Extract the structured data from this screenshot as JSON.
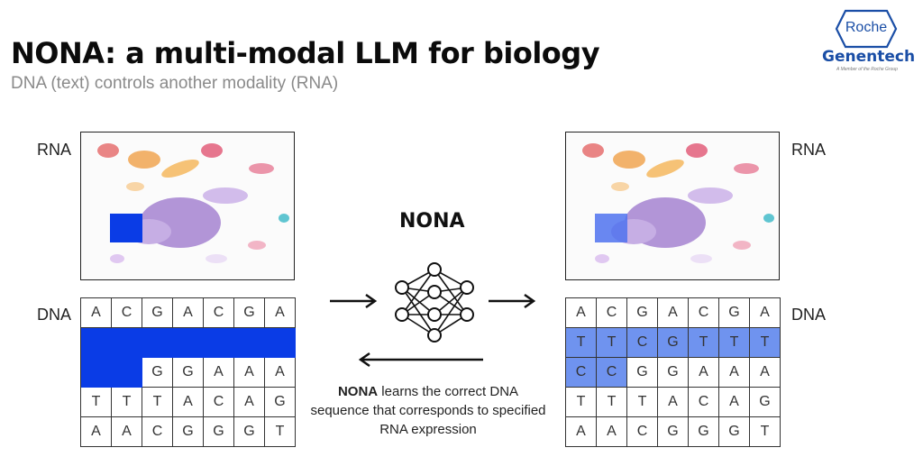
{
  "slide": {
    "title": "NONA: a multi-modal LLM for biology",
    "subtitle": "DNA (text) controls another modality (RNA)"
  },
  "logo": {
    "roche": "Roche",
    "genentech": "Genentech",
    "tagline": "A Member of the Roche Group"
  },
  "labels": {
    "rna_left": "RNA",
    "dna_left": "DNA",
    "rna_right": "RNA",
    "dna_right": "DNA",
    "model": "NONA"
  },
  "caption": {
    "bold": "NONA",
    "rest": " learns the correct DNA sequence that corresponds to specified RNA expression"
  },
  "colors": {
    "mask": "#0a3ce6",
    "highlight": "#6f93ef",
    "logo_blue": "#1a4ea6"
  },
  "icons": [
    "neural-network-icon",
    "arrow-right-icon",
    "arrow-left-icon"
  ],
  "left_grid": [
    [
      "A",
      "C",
      "G",
      "A",
      "C",
      "G",
      "A"
    ],
    [
      "",
      "",
      "",
      "",
      "",
      "",
      ""
    ],
    [
      "",
      "",
      "G",
      "G",
      "A",
      "A",
      "A"
    ],
    [
      "T",
      "T",
      "T",
      "A",
      "C",
      "A",
      "G"
    ],
    [
      "A",
      "A",
      "C",
      "G",
      "G",
      "G",
      "T"
    ]
  ],
  "right_grid": [
    [
      "A",
      "C",
      "G",
      "A",
      "C",
      "G",
      "A"
    ],
    [
      "T",
      "T",
      "C",
      "G",
      "T",
      "T",
      "T"
    ],
    [
      "C",
      "C",
      "G",
      "G",
      "A",
      "A",
      "A"
    ],
    [
      "T",
      "T",
      "T",
      "A",
      "C",
      "A",
      "G"
    ],
    [
      "A",
      "A",
      "C",
      "G",
      "G",
      "G",
      "T"
    ]
  ]
}
